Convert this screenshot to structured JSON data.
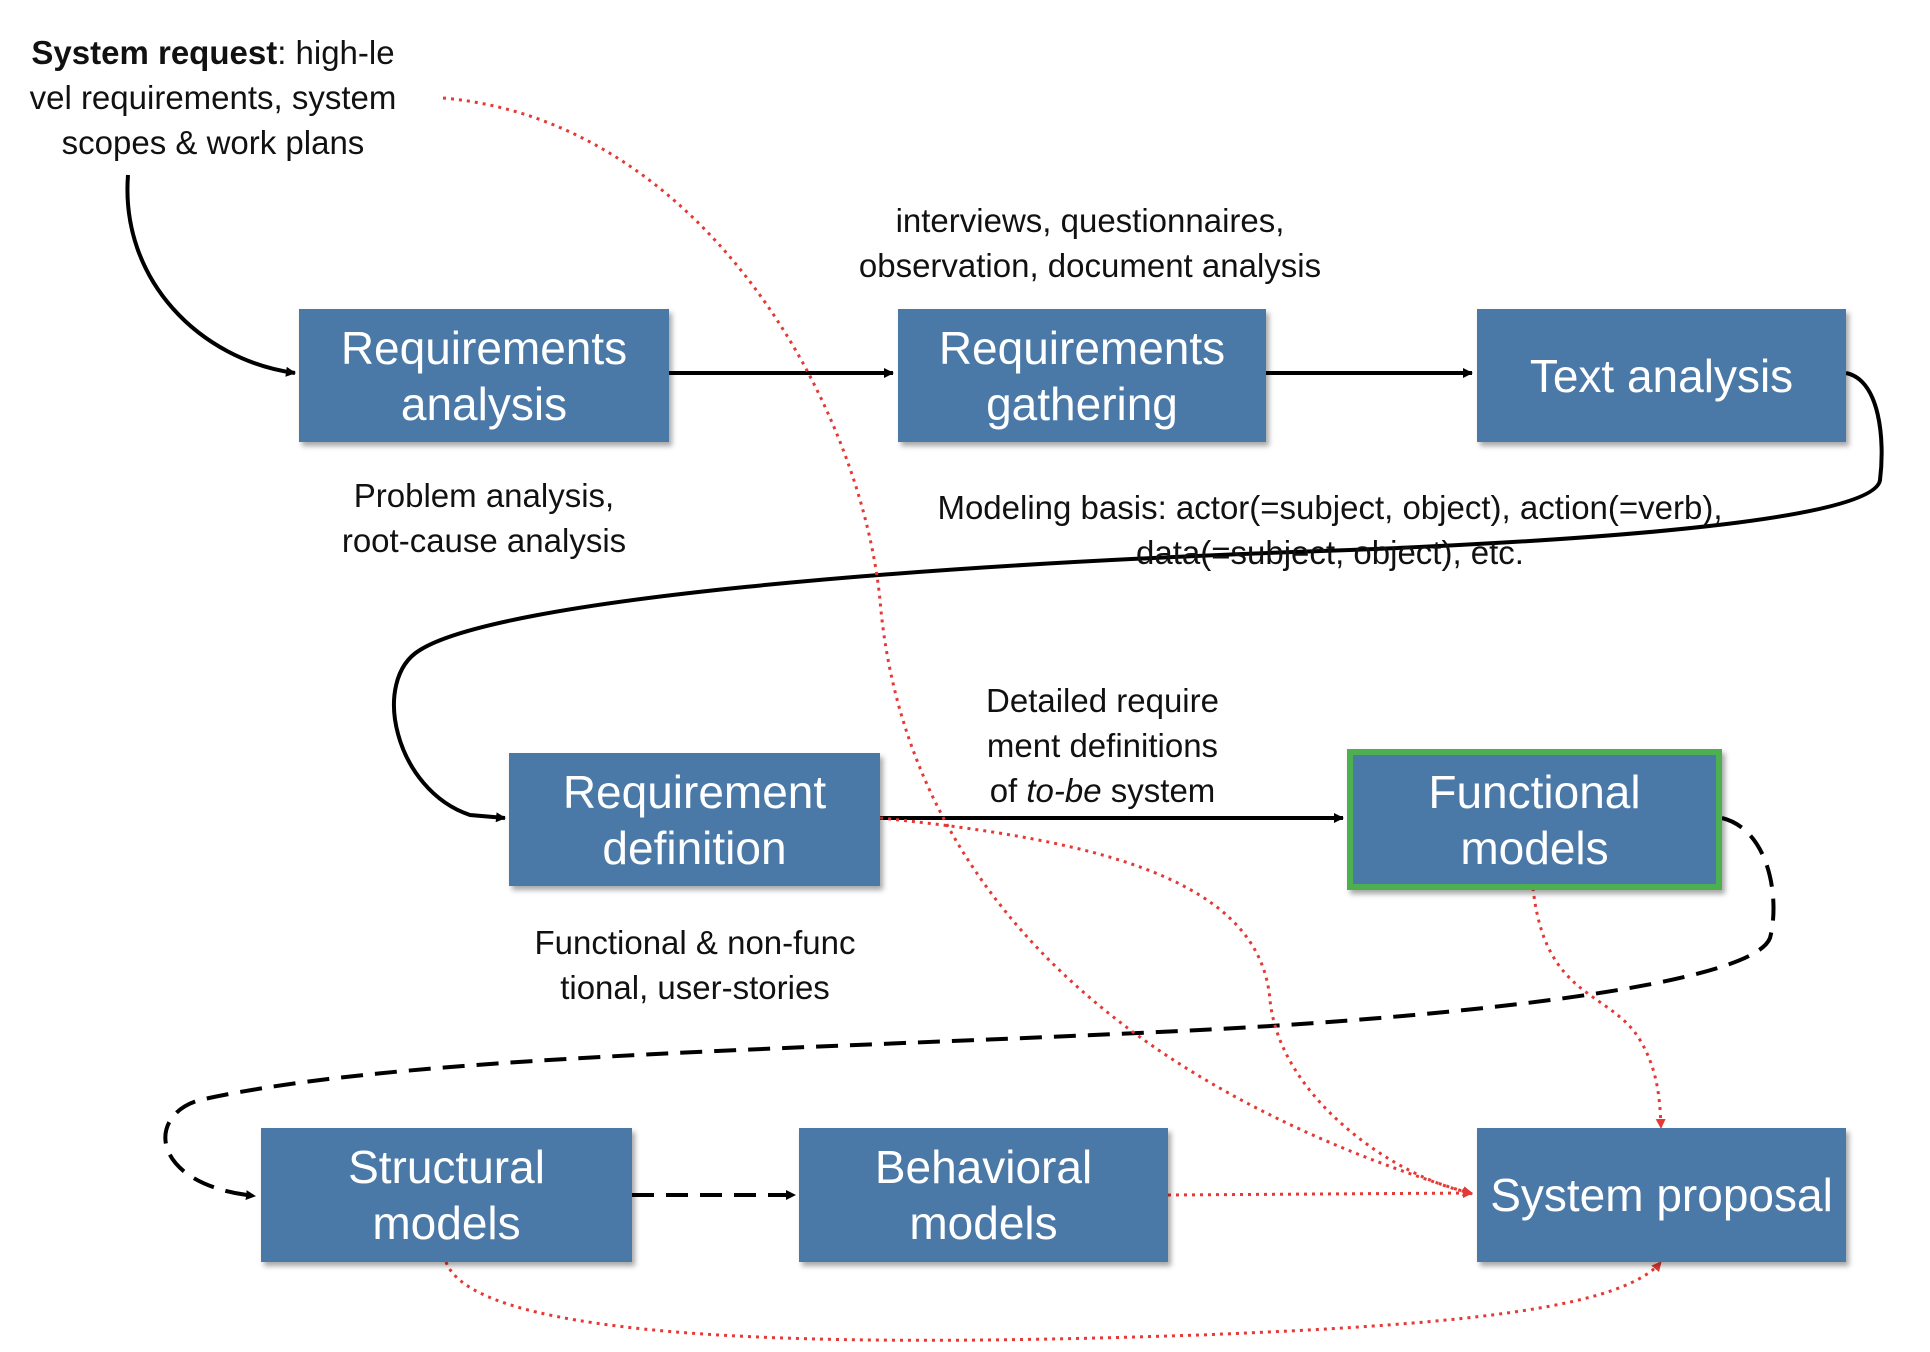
{
  "request": {
    "line1_bold": "System request",
    "line1_rest": ": high-le",
    "line2": "vel requirements, system",
    "line3": "scopes & work plans"
  },
  "boxes": {
    "req_analysis": "Requirements analysis",
    "req_gathering": "Requirements gathering",
    "text_analysis": "Text analysis",
    "req_definition": "Requirement definition",
    "functional": "Functional models",
    "structural": "Structural models",
    "behavioral": "Behavioral models",
    "proposal": "System proposal"
  },
  "notes": {
    "gathering_methods": [
      "interviews, questionnaires,",
      "observation, document analysis"
    ],
    "problem_analysis": [
      "Problem analysis,",
      "root-cause analysis"
    ],
    "modeling_basis": [
      "Modeling basis: actor(=subject, object), action(=verb),",
      "data(=subject, object), etc."
    ],
    "detailed": {
      "line1": "Detailed require",
      "line2": "ment definitions",
      "line3_pre": "of ",
      "line3_em": "to-be",
      "line3_post": " system"
    },
    "functional_types": [
      "Functional & non-func",
      "tional, user-stories"
    ]
  },
  "colors": {
    "box_fill": "#4a79a8",
    "highlight_border": "#4caf50",
    "flow_line": "#000000",
    "feed_line": "#e53935"
  }
}
